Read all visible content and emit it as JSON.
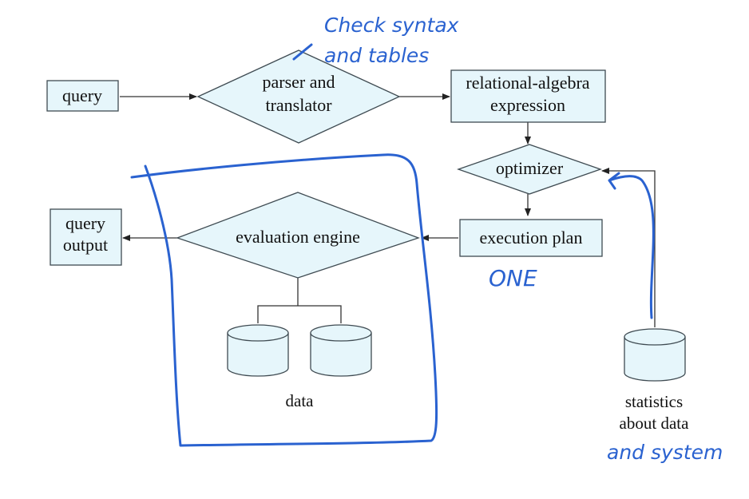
{
  "diagram": {
    "nodes": {
      "query": "query",
      "parser": [
        "parser and",
        "translator"
      ],
      "relational": [
        "relational-algebra",
        "expression"
      ],
      "optimizer": "optimizer",
      "execution_plan": "execution plan",
      "evaluation_engine": "evaluation engine",
      "query_output": [
        "query",
        "output"
      ],
      "data": "data",
      "statistics": [
        "statistics",
        "about data"
      ]
    }
  },
  "annotations": {
    "check_syntax": [
      "Check syntax",
      "and tables"
    ],
    "one": "ONE",
    "and_system": "and system"
  },
  "colors": {
    "node_fill": "#e6f6fb",
    "ink": "#2a62d0"
  }
}
